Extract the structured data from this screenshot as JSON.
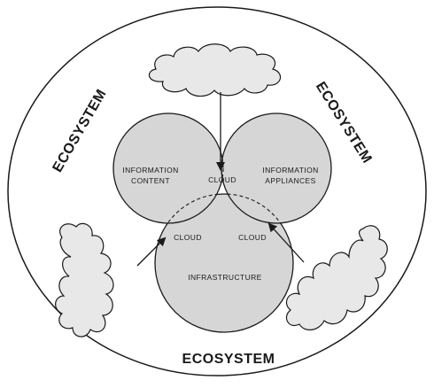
{
  "ecosystem_labels": {
    "left": "ECOSYSTEM",
    "right": "ECOSYSTEM",
    "bottom": "ECOSYSTEM"
  },
  "circles": {
    "information_content": {
      "line1": "INFORMATION",
      "line2": "CONTENT"
    },
    "information_appliances": {
      "line1": "INFORMATION",
      "line2": "APPLIANCES"
    },
    "infrastructure": "INFRASTRUCTURE"
  },
  "cloud_labels": {
    "center": "CLOUD",
    "lower_left": "CLOUD",
    "lower_right": "CLOUD"
  },
  "colors": {
    "circle_fill": "#d6d6d6",
    "cloud_fill": "#e8e8e8",
    "line": "#1a1a1a"
  }
}
